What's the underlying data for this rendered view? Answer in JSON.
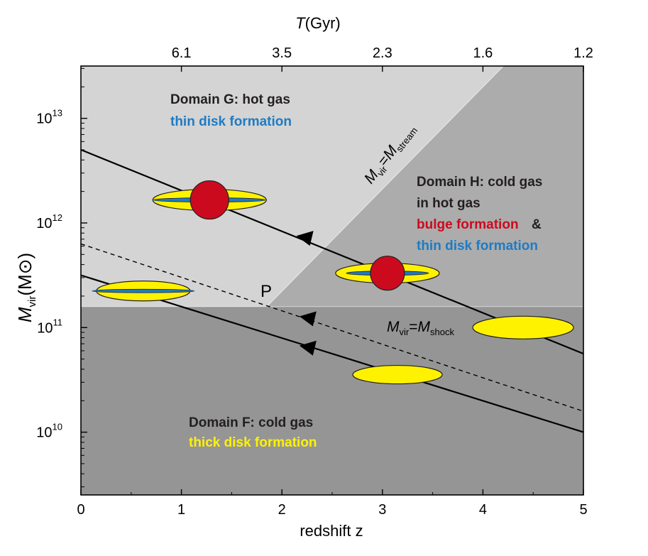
{
  "chart_data": {
    "type": "diagram",
    "xlabel": "redshift z",
    "ylabel_main": "M",
    "ylabel_sub": "vir",
    "ylabel_tail": "(M⊙)",
    "top_label_italic": "T",
    "top_label_tail": "(Gyr)",
    "xlim": [
      0,
      5
    ],
    "ylim_log10": [
      9.4,
      13.5
    ],
    "x_ticks": [
      {
        "value": 0,
        "label": "0"
      },
      {
        "value": 1,
        "label": "1"
      },
      {
        "value": 2,
        "label": "2"
      },
      {
        "value": 3,
        "label": "3"
      },
      {
        "value": 4,
        "label": "4"
      },
      {
        "value": 5,
        "label": "5"
      }
    ],
    "y_ticks": [
      {
        "value": 10,
        "base": "10",
        "exp": "10"
      },
      {
        "value": 11,
        "base": "10",
        "exp": "11"
      },
      {
        "value": 12,
        "base": "10",
        "exp": "12"
      },
      {
        "value": 13,
        "base": "10",
        "exp": "13"
      }
    ],
    "top_ticks": [
      {
        "z": 1.0,
        "label": "6.1"
      },
      {
        "z": 2.0,
        "label": "3.5"
      },
      {
        "z": 3.0,
        "label": "2.3"
      },
      {
        "z": 4.0,
        "label": "1.6"
      },
      {
        "z": 5.0,
        "label": "1.2"
      }
    ],
    "shock_log10M": 11.2,
    "stream_line": {
      "z": [
        1.85,
        4.0
      ],
      "log10M": [
        11.2,
        13.3
      ]
    },
    "tracks": [
      {
        "style": "solid",
        "z": [
          0,
          5
        ],
        "log10M": [
          12.7,
          10.75
        ]
      },
      {
        "style": "solid",
        "z": [
          0,
          5
        ],
        "log10M": [
          11.5,
          10.0
        ]
      },
      {
        "style": "dashed",
        "z": [
          0,
          5
        ],
        "log10M": [
          11.8,
          10.2
        ]
      }
    ],
    "arrows": [
      {
        "z": 2.25,
        "log10M": 11.85
      },
      {
        "z": 2.28,
        "log10M": 11.08
      },
      {
        "z": 2.28,
        "log10M": 10.8
      }
    ],
    "galaxies": [
      {
        "z": 1.28,
        "log10M": 12.22,
        "type": "bulge-disk"
      },
      {
        "z": 3.05,
        "log10M": 11.52,
        "type": "bulge-disk"
      },
      {
        "z": 0.62,
        "log10M": 11.35,
        "type": "thin-disk"
      },
      {
        "z": 4.4,
        "log10M": 11.0,
        "type": "thick-disk"
      },
      {
        "z": 3.15,
        "log10M": 10.55,
        "type": "thick-disk"
      }
    ],
    "point_label": {
      "z": 1.85,
      "log10M": 11.2,
      "text": "P"
    },
    "stream_label": {
      "m": "M",
      "sub1": "vir",
      "eq": "=",
      "m2": "M",
      "sub2": "stream"
    },
    "shock_label": {
      "m": "M",
      "sub1": "vir",
      "eq": "=",
      "m2": "M",
      "sub2": "shock"
    },
    "domains": {
      "G": {
        "line1": "Domain G: hot gas",
        "line2": "thin disk formation"
      },
      "H": {
        "line1": "Domain H: cold gas",
        "line2": "in hot gas",
        "line3": "bulge formation",
        "line3b": "&",
        "line4": "thin disk formation"
      },
      "F": {
        "line1": "Domain F: cold gas",
        "line2": "thick disk formation"
      }
    },
    "colors": {
      "domain_G": "#d4d4d4",
      "domain_H": "#acacac",
      "domain_F": "#959595",
      "disk_yellow": "#fff200",
      "disk_blue": "#1e7bc4",
      "bulge_red": "#cc0a1e",
      "text_dark": "#231f20"
    }
  }
}
